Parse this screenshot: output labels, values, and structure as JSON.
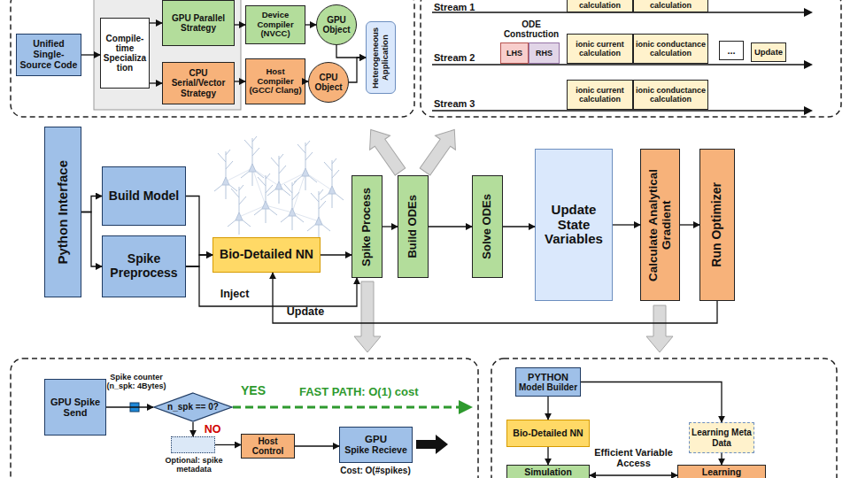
{
  "diagram": {
    "nodes": [
      {
        "text": [
          "Unified Single-Source Code"
        ]
      },
      {
        "text": [
          "Compile-time Specialization"
        ]
      },
      {
        "text": [
          "GPU Parallel Strategy"
        ]
      },
      {
        "text": [
          "CPU Serial/Vector Strategy"
        ]
      },
      {
        "text": [
          "Device Compiler (NVCC)"
        ]
      },
      {
        "text": [
          "Host Compiler (GCC/ Clang)"
        ]
      },
      {
        "text": [
          "GPU Object"
        ]
      },
      {
        "text": [
          "CPU Object"
        ]
      },
      {
        "text": [
          "Heterogeneous Application"
        ]
      },
      {
        "text": [
          "LHS"
        ]
      },
      {
        "text": [
          "RHS"
        ]
      },
      {
        "text": [
          "calculation"
        ]
      },
      {
        "text": [
          "calculation"
        ]
      },
      {
        "text": [
          "ionic current calculation"
        ]
      },
      {
        "text": [
          "ionic conductance calculation"
        ]
      },
      {
        "text": [
          "..."
        ]
      },
      {
        "text": [
          "Update"
        ]
      },
      {
        "text": [
          "ionic current calculation"
        ]
      },
      {
        "text": [
          "ionic conductance calculation"
        ]
      },
      {
        "text": [
          "Python Interface"
        ]
      },
      {
        "text": [
          "Build Model"
        ]
      },
      {
        "text": [
          "Spike Preprocess"
        ]
      },
      {
        "text": [
          "Bio-Detailed NN"
        ]
      },
      {
        "text": [
          "Spike Process"
        ]
      },
      {
        "text": [
          "Build ODEs"
        ]
      },
      {
        "text": [
          "Solve ODEs"
        ]
      },
      {
        "text": [
          "Update State Variables"
        ]
      },
      {
        "text": [
          "Calculate Analytical Gradient"
        ]
      },
      {
        "text": [
          "Run Optimizer"
        ]
      },
      {
        "text": [
          "GPU Spike Send"
        ]
      },
      {
        "text": [
          "n_spk == 0?"
        ]
      },
      {
        "text": [
          "Optional: spike metadata"
        ]
      },
      {
        "text": [
          "Host Control"
        ]
      },
      {
        "text": [
          "GPU",
          "Spike Recieve"
        ]
      },
      {
        "text": [
          "PYTHON",
          "Model Builder"
        ]
      },
      {
        "text": [
          "Bio-Detailed NN"
        ]
      },
      {
        "text": [
          "Simulation"
        ]
      },
      {
        "text": [
          "Learning Meta Data"
        ]
      },
      {
        "text": [
          "Learning"
        ]
      }
    ],
    "edges": [
      {
        "from": 0,
        "to": 1,
        "arrow": "to"
      },
      {
        "from": 1,
        "to": 2,
        "arrow": "to"
      },
      {
        "from": 1,
        "to": 3,
        "arrow": "to"
      },
      {
        "from": 2,
        "to": 4,
        "arrow": "to"
      },
      {
        "from": 3,
        "to": 5,
        "arrow": "to"
      },
      {
        "from": 4,
        "to": 6,
        "arrow": "to"
      },
      {
        "from": 5,
        "to": 7,
        "arrow": "to"
      },
      {
        "from": 6,
        "to": 8,
        "arrow": "to"
      },
      {
        "from": 7,
        "to": 8,
        "arrow": "to"
      },
      {
        "from": 19,
        "to": 20,
        "arrow": "to"
      },
      {
        "from": 19,
        "to": 21,
        "arrow": "to"
      },
      {
        "from": 20,
        "to": 22,
        "arrow": "to"
      },
      {
        "from": 21,
        "to": 22,
        "arrow": "to"
      },
      {
        "from": 21,
        "to": 23,
        "label": "Inject",
        "arrow": "to"
      },
      {
        "from": 22,
        "to": 23,
        "arrow": "to"
      },
      {
        "from": 23,
        "to": 24,
        "arrow": "to"
      },
      {
        "from": 24,
        "to": 25,
        "arrow": "to"
      },
      {
        "from": 25,
        "to": 26,
        "arrow": "to"
      },
      {
        "from": 26,
        "to": 27,
        "arrow": "to"
      },
      {
        "from": 27,
        "to": 28,
        "arrow": "to"
      },
      {
        "from": 28,
        "to": 22,
        "label": "Update",
        "arrow": "to"
      },
      {
        "from": 29,
        "to": 30,
        "arrow": "to"
      },
      {
        "from": 30,
        "to": 31,
        "label": "NO",
        "arrow": "to"
      },
      {
        "from": 31,
        "to": 32,
        "arrow": "to"
      },
      {
        "from": 32,
        "to": 33,
        "arrow": "to"
      },
      {
        "from": 34,
        "to": 35,
        "arrow": "to"
      },
      {
        "from": 35,
        "to": 36,
        "arrow": "to"
      },
      {
        "from": 34,
        "to": 37,
        "arrow": "to"
      },
      {
        "from": 37,
        "to": 38,
        "arrow": "to"
      },
      {
        "from": 36,
        "to": 38,
        "label": "Efficient Variable Access",
        "arrow": "both"
      }
    ],
    "labels": [
      "Stream 1",
      "Stream 2",
      "Stream 3",
      "ODE Construction",
      "Spike counter (n_spk: 4Bytes)",
      "YES",
      "FAST PATH: O(1) cost",
      "Cost: O(#spikes)"
    ]
  }
}
